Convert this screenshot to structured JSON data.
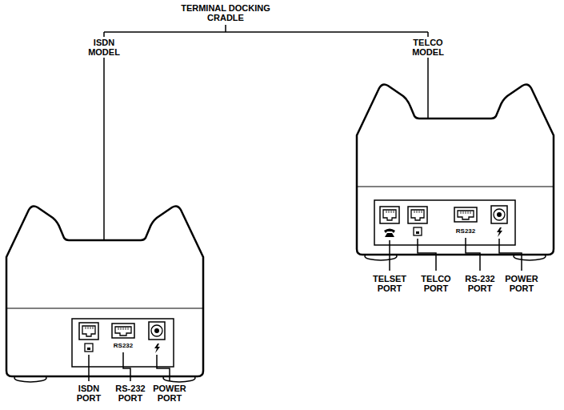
{
  "diagram": {
    "title": "TERMINAL DOCKING CRADLE",
    "labels": [
      "ISDN MODEL",
      "TELCO MODEL",
      "RS232",
      "RS232",
      "ISDN PORT",
      "RS-232 PORT",
      "POWER PORT",
      "TELSET PORT",
      "TELCO PORT",
      "RS-232 PORT",
      "POWER PORT"
    ]
  }
}
